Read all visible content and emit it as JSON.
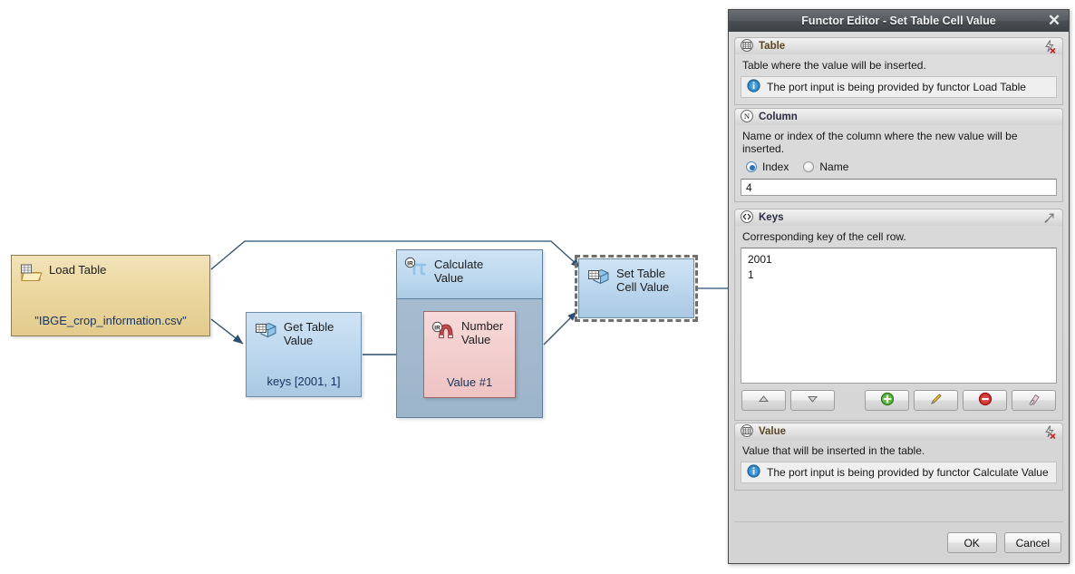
{
  "diagram": {
    "nodes": [
      {
        "id": "load-table",
        "title": "Load Table",
        "subtitle": "\"IBGE_crop_information.csv\"",
        "icon": "table-folder-icon",
        "color": "#ebd79f"
      },
      {
        "id": "get-table-value",
        "title": "Get Table\nValue",
        "subtitle": "keys [2001, 1]",
        "icon": "table-box-icon",
        "color": "#bcd7ee"
      },
      {
        "id": "calculate-value",
        "title": "Calculate\nValue",
        "subtitle": "",
        "icon": "pi-ir-icon",
        "color": "#bdd8ee"
      },
      {
        "id": "number-value",
        "title": "Number\nValue",
        "subtitle": "Value #1",
        "icon": "magnet-ir-icon",
        "color": "#f3cece"
      },
      {
        "id": "set-table-cell-value",
        "title": "Set Table\nCell Value",
        "subtitle": "",
        "icon": "table-box-icon",
        "color": "#bcd7ee",
        "selected": true
      }
    ]
  },
  "dialog": {
    "title": "Functor Editor - Set Table Cell Value",
    "close_label": "✕",
    "sections": {
      "table": {
        "header": "Table",
        "icon": "grid-table-icon",
        "tool_icon": "lightning-remove-icon",
        "description": "Table where the value will be inserted.",
        "info": "The port input is being provided by functor Load Table",
        "info_icon": "info-icon"
      },
      "column": {
        "header": "Column",
        "icon": "n-letter-icon",
        "description": "Name or index of the column where the new value will be inserted.",
        "options": [
          {
            "label": "Index",
            "selected": true
          },
          {
            "label": "Name",
            "selected": false
          }
        ],
        "value": "4"
      },
      "keys": {
        "header": "Keys",
        "icon": "angle-brackets-icon",
        "tool_icon": "expand-arrow-icon",
        "description": "Corresponding key of the cell row.",
        "items": [
          "2001",
          "1"
        ],
        "buttons": [
          {
            "name": "move-up",
            "icon": "triangle-up-icon"
          },
          {
            "name": "move-down",
            "icon": "triangle-down-icon"
          },
          {
            "name": "add",
            "icon": "green-plus-icon"
          },
          {
            "name": "edit",
            "icon": "pencil-icon"
          },
          {
            "name": "remove",
            "icon": "red-minus-icon"
          },
          {
            "name": "clear",
            "icon": "eraser-icon"
          }
        ]
      },
      "value": {
        "header": "Value",
        "icon": "grid-table-icon",
        "tool_icon": "lightning-remove-icon",
        "description": "Value that will be inserted in the table.",
        "info": "The port input is being provided by functor Calculate Value",
        "info_icon": "info-icon"
      }
    },
    "footer": {
      "ok": "OK",
      "cancel": "Cancel"
    }
  }
}
